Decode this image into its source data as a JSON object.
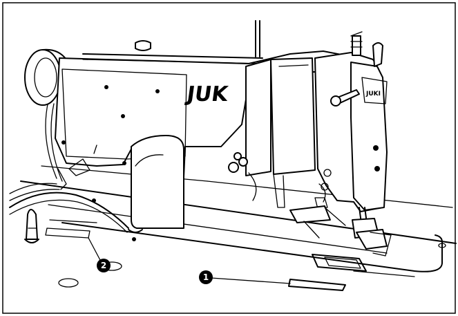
{
  "brand": {
    "arm_logo": "JUK",
    "face_logo": "JUKI"
  },
  "callouts": [
    {
      "id": "callout-1",
      "label": "1"
    },
    {
      "id": "callout-2",
      "label": "2"
    }
  ],
  "colors": {
    "ink": "#000000",
    "paper": "#ffffff"
  }
}
